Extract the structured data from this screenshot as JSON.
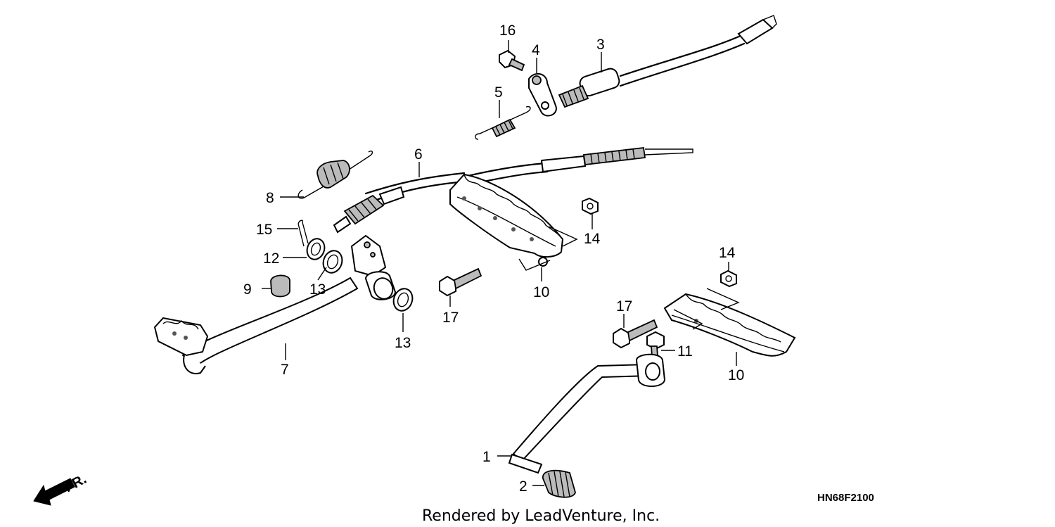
{
  "diagram_code": "HN68F2100",
  "footer_text": "Rendered by LeadVenture, Inc.",
  "direction_label": "FR.",
  "callouts": {
    "c1": "1",
    "c2": "2",
    "c3": "3",
    "c4": "4",
    "c5": "5",
    "c6": "6",
    "c7": "7",
    "c8": "8",
    "c9": "9",
    "c10a": "10",
    "c10b": "10",
    "c11": "11",
    "c12": "12",
    "c13a": "13",
    "c13b": "13",
    "c14a": "14",
    "c14b": "14",
    "c15": "15",
    "c16": "16",
    "c17a": "17",
    "c17b": "17"
  }
}
